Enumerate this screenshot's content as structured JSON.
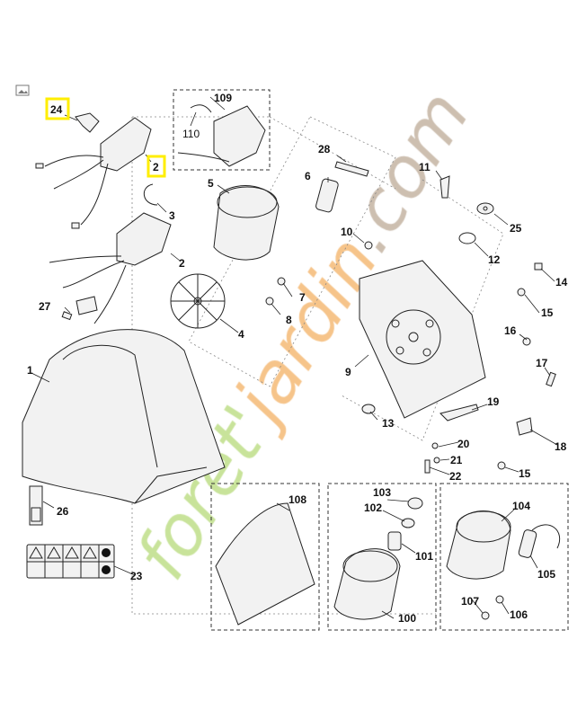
{
  "watermark": {
    "text": "foret'jardin.com",
    "colors": {
      "green": "#c8e39a",
      "orange": "#f6c48a",
      "brown": "#cdbfb0"
    }
  },
  "highlight_color": "#ffee00",
  "image_icon": "image-icon",
  "callouts": {
    "c24": "24",
    "c2a": "2",
    "c109": "109",
    "c110": "110",
    "c3": "3",
    "c2b": "2",
    "c27": "27",
    "c5": "5",
    "c4": "4",
    "c28": "28",
    "c6": "6",
    "c7": "7",
    "c8": "8",
    "c1": "1",
    "c11": "11",
    "c25": "25",
    "c10": "10",
    "c12": "12",
    "c14": "14",
    "c15a": "15",
    "c9": "9",
    "c16": "16",
    "c17": "17",
    "c19": "19",
    "c13": "13",
    "c20": "20",
    "c21": "21",
    "c22": "22",
    "c18": "18",
    "c15b": "15",
    "c26": "26",
    "c23": "23",
    "c108": "108",
    "c103": "103",
    "c102": "102",
    "c101": "101",
    "c100": "100",
    "c104": "104",
    "c105": "105",
    "c107": "107",
    "c106": "106"
  },
  "highlighted_callouts": [
    "24",
    "2"
  ]
}
